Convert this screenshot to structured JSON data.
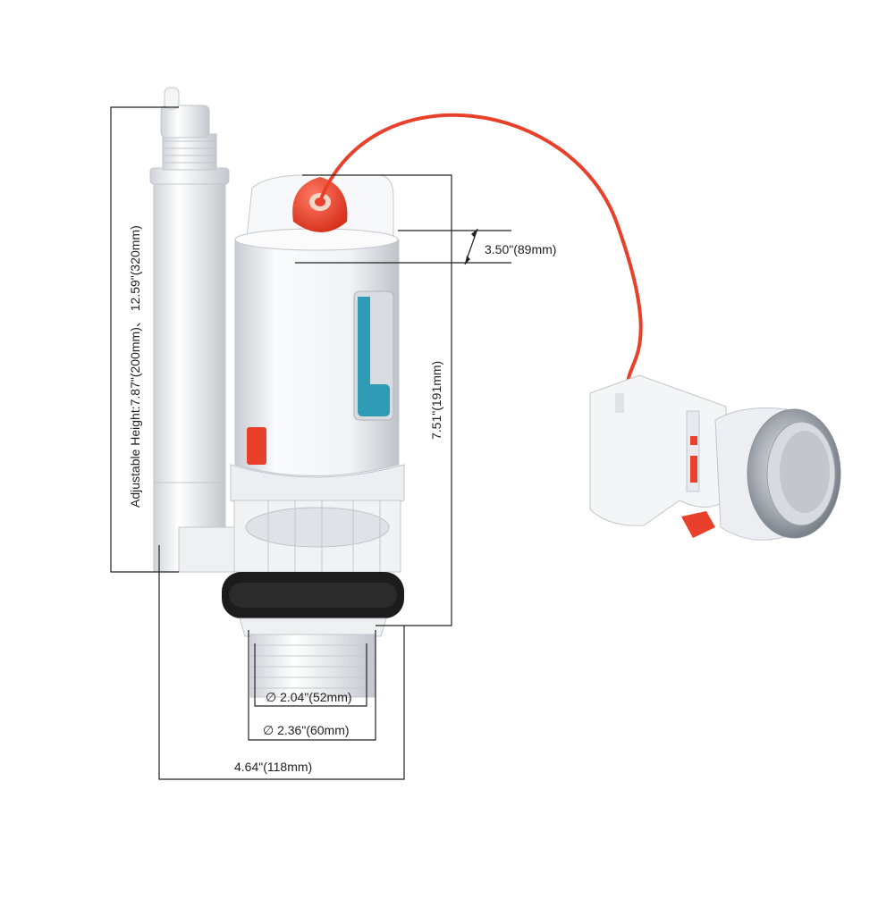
{
  "labels": {
    "dim_button_drop": "3.50\"(89mm)",
    "dim_valve_height": "7.51\"(191mm)",
    "dim_adjustable_height": "Adjustable Height:7.87\"(200mm)、 12.59\"(320mm)",
    "dim_inner_diameter": "∅ 2.04\"(52mm)",
    "dim_outer_diameter": "∅ 2.36\"(60mm)",
    "dim_base_width": "4.64\"(118mm)"
  },
  "colors": {
    "cable": "#e8402a",
    "button_cap": "#e8402a",
    "body": "#f4f5f7",
    "body_shadow": "#c9ccd1",
    "seal": "#1c1c1c",
    "float_blue": "#2f9bb5",
    "chrome": "#b8bcc2",
    "dimension_line": "#222222"
  },
  "icons": {
    "diameter_symbol": "diameter-icon"
  }
}
